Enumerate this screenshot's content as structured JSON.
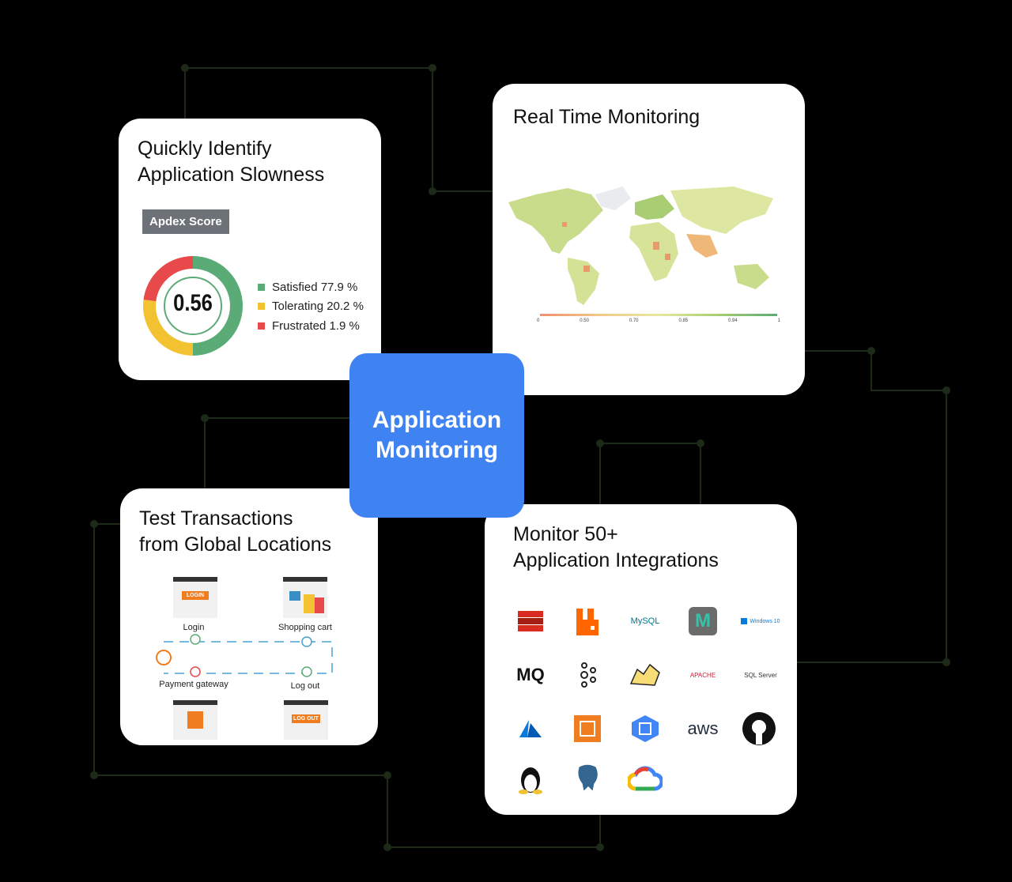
{
  "center": {
    "title": "Application Monitoring"
  },
  "apdex_card": {
    "title": "Quickly Identify\nApplication Slowness",
    "tag": "Apdex Score",
    "score": "0.56",
    "legend": [
      {
        "label": "Satisfied 77.9 %",
        "value": 77.9,
        "color": "#5bab76"
      },
      {
        "label": "Tolerating 20.2 %",
        "value": 20.2,
        "color": "#f2c230"
      },
      {
        "label": "Frustrated 1.9 %",
        "value": 1.9,
        "color": "#e8494a"
      }
    ]
  },
  "rtm_card": {
    "title": "Real Time Monitoring",
    "scale_ticks": [
      "0",
      "0.50",
      "0.70",
      "0.85",
      "0.94",
      "1"
    ]
  },
  "transactions_card": {
    "title": "Test Transactions\nfrom  Global Locations",
    "steps": {
      "login": "Login",
      "login_button": "LOGIN",
      "cart": "Shopping cart",
      "payment": "Payment gateway",
      "logout": "Log out",
      "logout_button": "LOG OUT"
    }
  },
  "integrations_card": {
    "title": "Monitor 50+\nApplication Integrations",
    "logos": [
      {
        "icon": "redis-icon"
      },
      {
        "icon": "rabbitmq-icon"
      },
      {
        "icon": "mysql-icon",
        "text": "MySQL"
      },
      {
        "icon": "memcached-icon"
      },
      {
        "icon": "windows-icon",
        "text": "Windows 10"
      },
      {
        "icon": "mq-icon",
        "text": "MQ"
      },
      {
        "icon": "kafka-icon"
      },
      {
        "icon": "tomcat-icon"
      },
      {
        "icon": "apache-icon",
        "text": "APACHE"
      },
      {
        "icon": "sql-server-icon",
        "text": "SQL Server"
      },
      {
        "icon": "azure-icon"
      },
      {
        "icon": "aws-ec2-icon"
      },
      {
        "icon": "gcp-compute-icon"
      },
      {
        "icon": "aws-icon",
        "text": "aws"
      },
      {
        "icon": "github-icon"
      },
      {
        "icon": "linux-icon"
      },
      {
        "icon": "postgresql-icon"
      },
      {
        "icon": "google-cloud-icon"
      }
    ]
  }
}
